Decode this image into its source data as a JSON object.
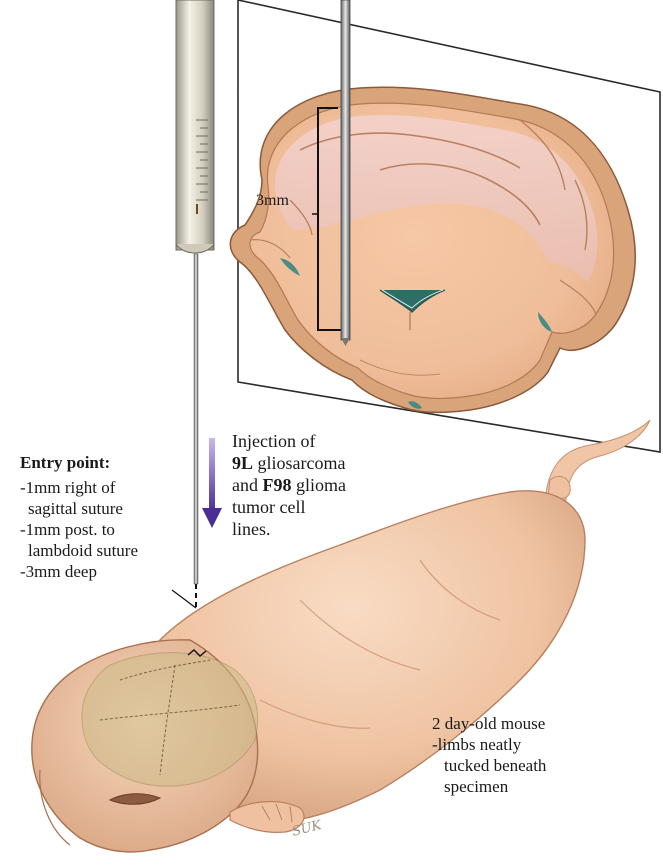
{
  "scale_label": "3mm",
  "entry_point": {
    "heading": "Entry point:",
    "lines": [
      "-1mm right of",
      "sagittal suture",
      "-1mm post. to",
      "lambdoid suture",
      "-3mm deep"
    ]
  },
  "injection": {
    "line1": "Injection of",
    "line2_bold": "9L",
    "line2_rest": " gliosarcoma",
    "line3_prefix": "and ",
    "line3_bold": "F98",
    "line3_rest": " glioma",
    "line4": "tumor cell",
    "line5": "lines."
  },
  "specimen": {
    "lines": [
      "2 day-old mouse",
      "-limbs neatly",
      "tucked beneath",
      "specimen"
    ]
  },
  "signature": "SUK",
  "colors": {
    "brain_cortex": "#f0c6a8",
    "brain_white": "#f2b893",
    "brain_edge": "#d59a6c",
    "mouse_skin": "#f2cdb0",
    "mouse_shadow": "#d9a888",
    "skull": "#cdbb88",
    "arrow": "#5a3fa0",
    "ventricle": "#4a8b86"
  }
}
